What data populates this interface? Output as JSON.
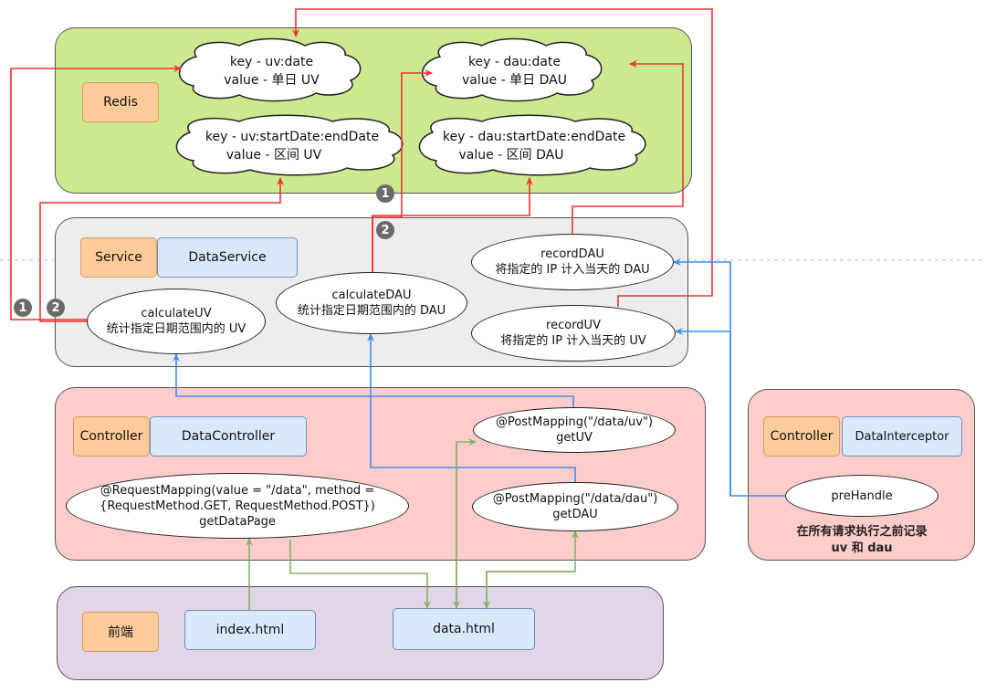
{
  "redis": {
    "tag": "Redis",
    "uv_date": {
      "line1": "key - uv:date",
      "line2": "value - 单日 UV"
    },
    "dau_date": {
      "line1": "key - dau:date",
      "line2": "value - 单日 DAU"
    },
    "uv_range": {
      "line1": "key - uv:startDate:endDate",
      "line2": "value - 区间 UV"
    },
    "dau_range": {
      "line1": "key - dau:startDate:endDate",
      "line2": "value - 区间 DAU"
    }
  },
  "service": {
    "tag": "Service",
    "name": "DataService",
    "record_dau": {
      "line1": "recordDAU",
      "line2": "将指定的 IP 计入当天的 DAU"
    },
    "record_uv": {
      "line1": "recordUV",
      "line2": "将指定的 IP 计入当天的 UV"
    },
    "calc_uv": {
      "line1": "calculateUV",
      "line2": "统计指定日期范围内的 UV"
    },
    "calc_dau": {
      "line1": "calculateDAU",
      "line2": "统计指定日期范围内的 DAU"
    }
  },
  "badges": {
    "one": "1",
    "two": "2"
  },
  "controller": {
    "tag": "Controller",
    "name": "DataController",
    "get_uv": {
      "line1": "@PostMapping(\"/data/uv\")",
      "line2": "getUV"
    },
    "get_dau": {
      "line1": "@PostMapping(\"/data/dau\")",
      "line2": "getDAU"
    },
    "get_data_page": {
      "line1": "@RequestMapping(value = \"/data\", method =",
      "line2": "{RequestMethod.GET, RequestMethod.POST})",
      "line3": "getDataPage"
    }
  },
  "interceptor": {
    "tag": "Controller",
    "name": "DataInterceptor",
    "pre_handle": "preHandle",
    "note_line1": "在所有请求执行之前记录",
    "note_line2": "uv 和 dau"
  },
  "frontend": {
    "tag": "前端",
    "index": "index.html",
    "data": "data.html"
  },
  "colors": {
    "red_arrow": "#ee3333",
    "blue_arrow": "#3d8ef0",
    "green_arrow": "#82b366"
  }
}
